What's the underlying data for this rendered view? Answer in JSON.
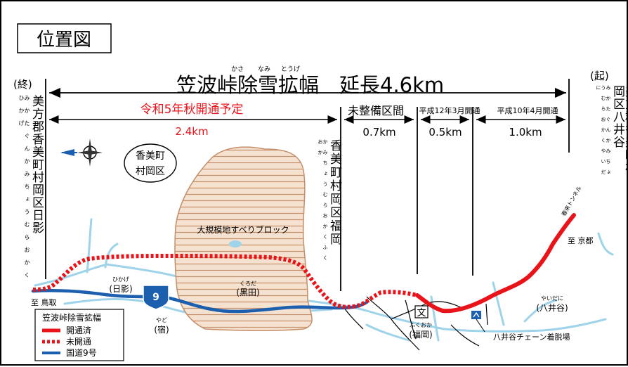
{
  "map": {
    "title": "位置図",
    "heading": "笠波峠除雪拡幅　延長4.6km",
    "heading_ruby": {
      "kasa": "かさ",
      "nami": "なみ",
      "touge": "とうげ"
    },
    "end_marker": "(終)",
    "start_marker": "(起)",
    "section_planned": "令和5年秋開通予定",
    "section_planned_length": "2.4km",
    "section_unmaintained": "未整備区間",
    "section_unmaintained_length": "0.7km",
    "section_h12": "平成12年3月開通",
    "section_h12_length": "0.5km",
    "section_h10": "平成10年4月開通",
    "section_h10_length": "1.0km",
    "left_place": "美方郡香美町村岡区日影",
    "left_place_ruby": "みかたぐんかみちょうむらおかくひかげ",
    "right_place": "美方郡香美町村岡区八井谷",
    "right_place_ruby": "みかたぐんかみちょうむらおかくやいだに",
    "middle_place": "香美町村岡区福岡",
    "middle_place_ruby": "かみちょうむらおかくふくおか",
    "area_label_1": "香美町",
    "area_label_2": "村岡区",
    "landslide_label": "大規模地すべりブロック",
    "route_number": "9",
    "to_tottori": "至 鳥取",
    "to_kyoto": "至 京都",
    "tunnel_label": "春来トンネル",
    "hikage_ruby": "ひかげ",
    "hikage_label": "(日影)",
    "kuroda_ruby": "くろだ",
    "kuroda_label": "(黒田)",
    "yado_ruby": "やど",
    "yado_label": "(宿)",
    "fukuoka_ruby": "ふくおか",
    "fukuoka_label": "(福岡)",
    "yaidani_ruby": "やいだに",
    "yaidani_label": "(八井谷)",
    "school_symbol": "文",
    "chain_area_label": "八井谷チェーン着脱場",
    "legend_title": "笠波峠除雪拡幅",
    "legend_opened": "開通済",
    "legend_unopened": "未開通",
    "legend_route9": "国道9号"
  },
  "colors": {
    "opened": "#e8141a",
    "route9": "#1b5fae",
    "river": "#9fd3ea",
    "landslide_fill": "#f5e1cf",
    "landslide_hatch": "#c48f6a",
    "planned_text": "#e8141a"
  }
}
